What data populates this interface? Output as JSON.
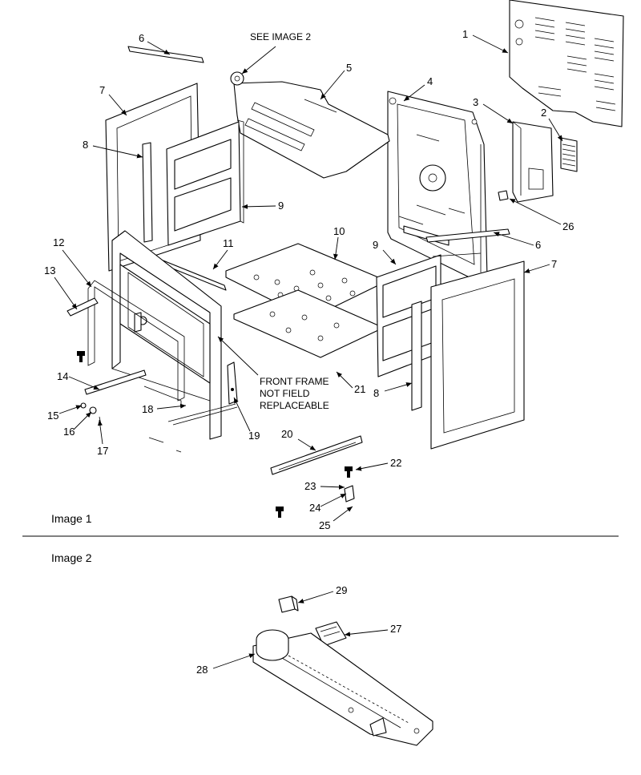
{
  "image1": {
    "caption": "Image 1",
    "see_note": "SEE IMAGE 2",
    "front_frame_note": [
      "FRONT FRAME",
      "NOT FIELD",
      "REPLACEABLE"
    ],
    "callouts": [
      "1",
      "2",
      "3",
      "4",
      "5",
      "6",
      "6",
      "7",
      "7",
      "8",
      "8",
      "9",
      "9",
      "10",
      "11",
      "12",
      "13",
      "14",
      "15",
      "16",
      "17",
      "18",
      "19",
      "20",
      "21",
      "22",
      "23",
      "24",
      "25",
      "26"
    ]
  },
  "image2": {
    "caption": "Image 2",
    "callouts": [
      "27",
      "28",
      "29"
    ]
  }
}
